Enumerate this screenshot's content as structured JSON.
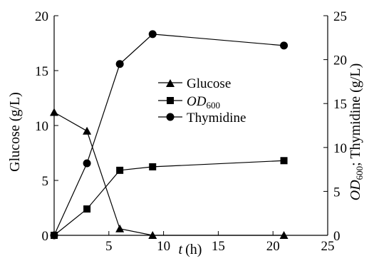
{
  "chart_data": {
    "type": "line",
    "xlabel": {
      "var": "t",
      "unit": "(h)"
    },
    "ylabel_left": "Glucose (g/L)",
    "ylabel_right": {
      "od_main": "OD",
      "od_sub": "600",
      "rest": "; Thymidine (g/L)"
    },
    "xlim": [
      0,
      25
    ],
    "ylim_left": [
      0,
      20
    ],
    "ylim_right": [
      0,
      25
    ],
    "x_ticks": [
      5,
      10,
      15,
      20,
      25
    ],
    "y_left_ticks": [
      0,
      5,
      10,
      15,
      20
    ],
    "y_right_ticks": [
      0,
      5,
      10,
      15,
      20,
      25
    ],
    "grid": false,
    "legend_position": "center",
    "series": [
      {
        "name": "Glucose",
        "marker": "triangle",
        "axis": "left",
        "x": [
          0,
          3,
          6,
          9,
          21
        ],
        "y": [
          11.2,
          9.5,
          0.6,
          0,
          0
        ]
      },
      {
        "name_main": "OD",
        "name_sub": "600",
        "marker": "square",
        "axis": "right",
        "x": [
          0,
          3,
          6,
          9,
          21
        ],
        "y": [
          0,
          3.0,
          7.4,
          7.8,
          8.5
        ]
      },
      {
        "name": "Thymidine",
        "marker": "circle",
        "axis": "right",
        "x": [
          0,
          3,
          6,
          9,
          21
        ],
        "y": [
          0,
          8.2,
          19.5,
          22.9,
          21.6
        ]
      }
    ]
  }
}
